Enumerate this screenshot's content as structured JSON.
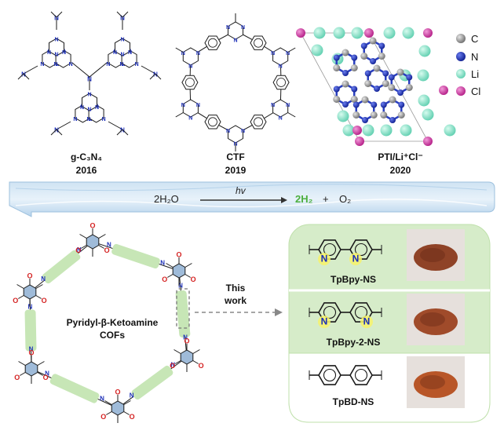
{
  "top_row": {
    "materials": [
      {
        "name": "g-C₃N₄",
        "year": "2016"
      },
      {
        "name": "CTF",
        "year": "2019"
      },
      {
        "name": "PTI/Li⁺Cl⁻",
        "year": "2020"
      }
    ],
    "legend": [
      {
        "label": "C",
        "color": "#8f8f8f"
      },
      {
        "label": "N",
        "color": "#1c2fb8"
      },
      {
        "label": "Li",
        "color": "#7fe3c8"
      },
      {
        "label": "Cl",
        "color": "#d13ea6"
      }
    ]
  },
  "water_splitting": {
    "reactant": "2H₂O",
    "light": "hv",
    "product_h2": "2H₂",
    "plus": "+",
    "product_o2": "O₂",
    "h2_color": "#4caf3f"
  },
  "cof": {
    "center_label_line1": "Pyridyl-β-Ketoamine",
    "center_label_line2": "COFs",
    "carbonyl": "O",
    "amine": "N"
  },
  "arrow_label": {
    "line1": "This",
    "line2": "work"
  },
  "nanosheets": [
    {
      "name": "TpBpy-NS",
      "powder_color": "#8a3a1c"
    },
    {
      "name": "TpBpy-2-NS",
      "powder_color": "#9c4220"
    },
    {
      "name": "TpBD-NS",
      "powder_color": "#b54e1e"
    }
  ],
  "atom_labels": {
    "nitrogen": "N"
  }
}
